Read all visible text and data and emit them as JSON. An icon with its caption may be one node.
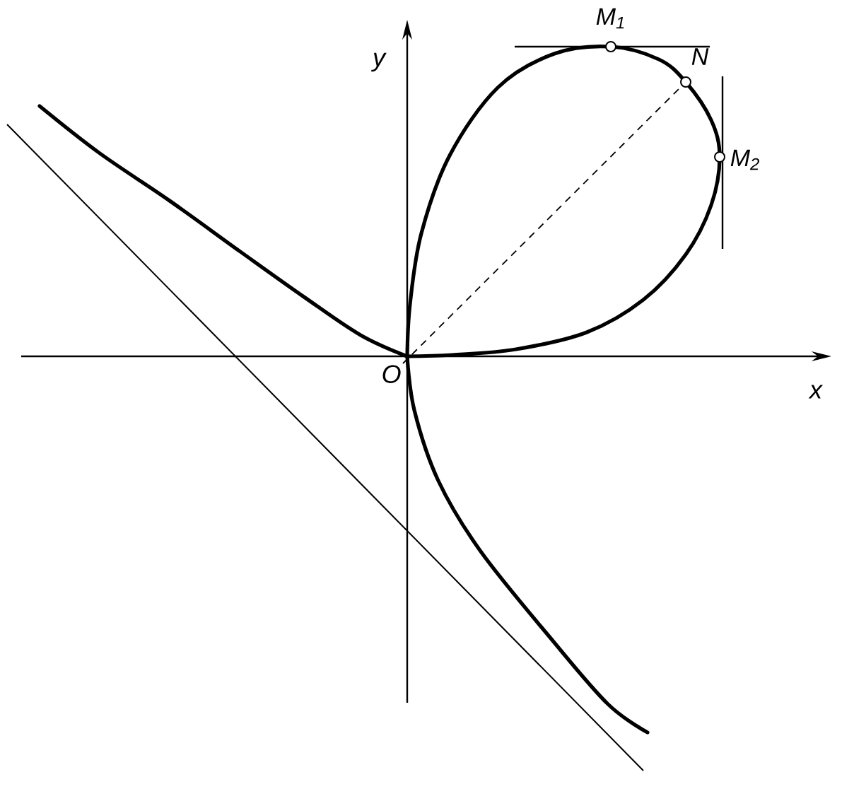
{
  "diagram": {
    "nodes": [
      {
        "text": [],
        "shape": "circle",
        "beside": [
          "M$_{1}$"
        ]
      },
      {
        "text": [],
        "shape": "circle",
        "beside": [
          "N"
        ]
      },
      {
        "text": [],
        "shape": "circle",
        "beside": [
          "M$_{2}$"
        ]
      },
      {
        "text": [
          "O"
        ]
      }
    ],
    "edges": [
      {
        "from": 3,
        "to": 1,
        "arrow": "none",
        "style": "dashed"
      }
    ],
    "labels": [
      "y",
      "x"
    ]
  }
}
